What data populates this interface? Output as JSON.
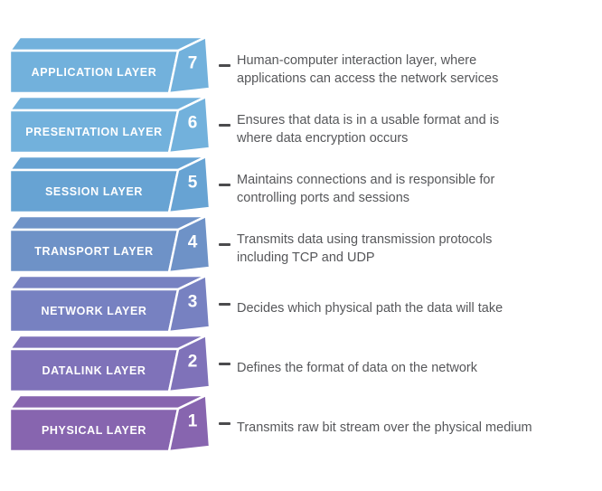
{
  "diagram": {
    "layers": [
      {
        "name": "APPLICATION LAYER",
        "number": "7",
        "description": "Human-computer interaction layer, where\napplications can access the network services",
        "color": "#72B1DC"
      },
      {
        "name": "PRESENTATION LAYER",
        "number": "6",
        "description": "Ensures that data is in a usable format and is\nwhere data encryption occurs",
        "color": "#72B1DC"
      },
      {
        "name": "SESSION LAYER",
        "number": "5",
        "description": "Maintains connections and is responsible for\ncontrolling ports and sessions",
        "color": "#67A3D3"
      },
      {
        "name": "TRANSPORT LAYER",
        "number": "4",
        "description": "Transmits data using transmission protocols\nincluding TCP and UDP",
        "color": "#6E92C7"
      },
      {
        "name": "NETWORK LAYER",
        "number": "3",
        "description": "Decides which physical path the data will take",
        "color": "#7781C1"
      },
      {
        "name": "DATALINK LAYER",
        "number": "2",
        "description": "Defines the format of data on the network",
        "color": "#7F72B9"
      },
      {
        "name": "PHYSICAL LAYER",
        "number": "1",
        "description": "Transmits raw bit stream over the physical medium",
        "color": "#8765AF"
      }
    ],
    "colors": {
      "label_text": "#FFFFFF",
      "description_text": "#56575A",
      "dash": "#4B4B4D",
      "face_stroke": "#FFFFFF",
      "background": "#FFFFFF"
    }
  }
}
